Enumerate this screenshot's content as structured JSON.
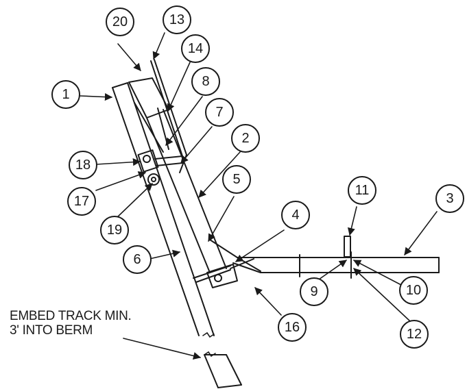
{
  "callouts": {
    "c1": "1",
    "c2": "2",
    "c3": "3",
    "c4": "4",
    "c5": "5",
    "c6": "6",
    "c7": "7",
    "c8": "8",
    "c9": "9",
    "c10": "10",
    "c11": "11",
    "c12": "12",
    "c13": "13",
    "c14": "14",
    "c16": "16",
    "c17": "17",
    "c18": "18",
    "c19": "19",
    "c20": "20"
  },
  "note": {
    "line1": "EMBED TRACK MIN.",
    "line2": "3' INTO BERM"
  }
}
